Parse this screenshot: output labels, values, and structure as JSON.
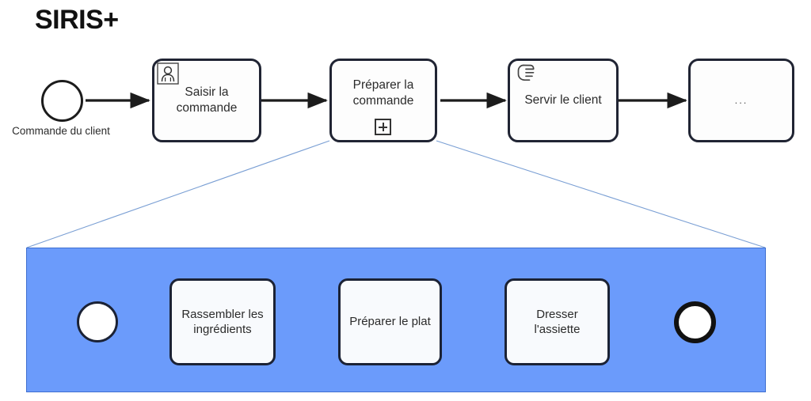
{
  "title": "SIRIS+",
  "diagram": {
    "type": "bpmn-process",
    "main_flow": {
      "start_event": {
        "name": "start-event",
        "label": "Commande du client"
      },
      "tasks": [
        {
          "label_line1": "Saisir la",
          "label_line2": "commande",
          "marker": "user-icon",
          "marker_type": "user-task"
        },
        {
          "label_line1": "Préparer la",
          "label_line2": "commande",
          "marker": "plus-icon",
          "marker_type": "collapsed-subprocess"
        },
        {
          "label_line1": "Servir le client",
          "label_line2": "",
          "marker": "hand-icon",
          "marker_type": "manual-task"
        },
        {
          "label_line1": "...",
          "label_line2": "",
          "marker": "none",
          "marker_type": "continuation"
        }
      ]
    },
    "subprocess": {
      "expanded_from": "Préparer la commande",
      "background_color": "#6b9bfb",
      "border_color": "#3f6fd0",
      "start_event": {
        "name": "sub-start-event"
      },
      "tasks": [
        {
          "label_line1": "Rassembler les",
          "label_line2": "ingrédients"
        },
        {
          "label_line1": "Préparer le plat",
          "label_line2": ""
        },
        {
          "label_line1": "Dresser",
          "label_line2": "l'assiette"
        }
      ],
      "end_event": {
        "name": "sub-end-event"
      }
    },
    "colors": {
      "node_border": "#202433",
      "node_fill": "#fdfdfd",
      "subtask_fill": "#f8fafd",
      "connector": "#1c1c1c",
      "guide_line": "#7a9fd4",
      "title": "#111111"
    }
  }
}
